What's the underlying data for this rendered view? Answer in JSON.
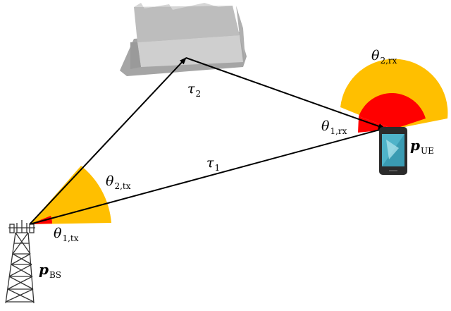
{
  "labels": {
    "tau1": {
      "main": "τ",
      "sub": "1"
    },
    "tau2": {
      "main": "τ",
      "sub": "2"
    },
    "theta1_tx": {
      "main": "θ",
      "sub": "1,tx"
    },
    "theta2_tx": {
      "main": "θ",
      "sub": "2,tx"
    },
    "theta1_rx": {
      "main": "θ",
      "sub": "1,rx"
    },
    "theta2_rx": {
      "main": "θ",
      "sub": "2,rx"
    },
    "p_bs": {
      "main": "p",
      "sub": "BS"
    },
    "p_ue": {
      "main": "p",
      "sub": "UE"
    }
  },
  "colors": {
    "outer_sector": "#ffbf00",
    "inner_sector": "#ff0000",
    "building_light": "#c8c8c8",
    "building_dark": "#9a9a9a",
    "phone_body": "#2b2b2b",
    "phone_screen": "#4fb3c9",
    "arrow": "#000000"
  }
}
